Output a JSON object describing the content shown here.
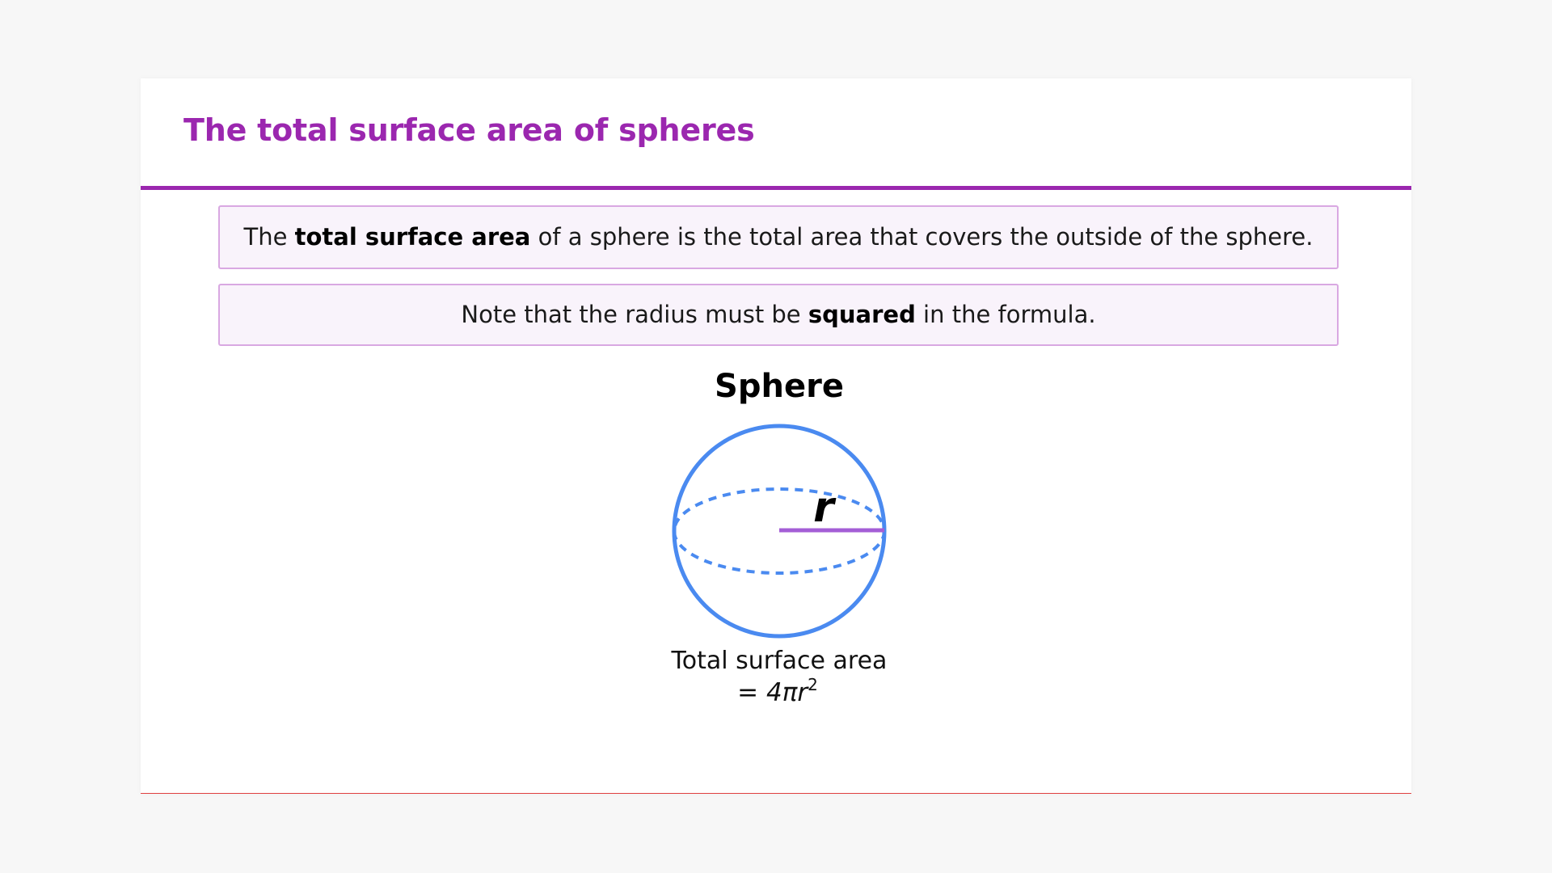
{
  "slide": {
    "title": "The total surface area of spheres"
  },
  "boxes": {
    "definition": {
      "before": "The ",
      "bold": "total surface area",
      "after": " of a sphere is the total area that covers the outside of the sphere."
    },
    "note": {
      "before": "Note that the radius must be ",
      "bold": "squared",
      "after": " in the formula."
    }
  },
  "diagram": {
    "heading": "Sphere",
    "radius_label": "r",
    "caption": "Total surface area",
    "formula": {
      "equals": "= ",
      "base": "4πr",
      "exponent": "2"
    }
  },
  "colors": {
    "accent": "#9b27af",
    "sphere": "#4a8af0",
    "radius": "#a45ed6",
    "box_bg": "#f9f3fb",
    "box_border": "#d9a8e2"
  }
}
